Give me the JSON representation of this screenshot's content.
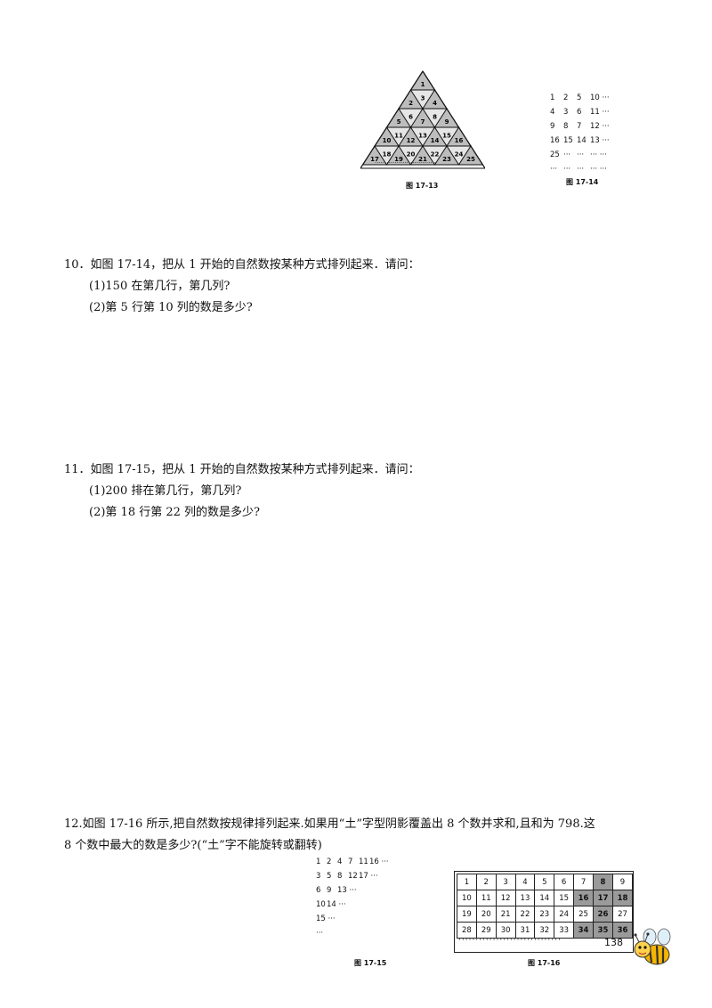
{
  "fig13": {
    "caption": "图 17-13",
    "numbers": [
      "1",
      "2",
      "3",
      "4",
      "5",
      "6",
      "7",
      "8",
      "9",
      "10",
      "11",
      "12",
      "13",
      "14",
      "15",
      "16",
      "17",
      "18",
      "19",
      "20",
      "21",
      "22",
      "23",
      "24",
      "25"
    ]
  },
  "fig14": {
    "caption": "图 17-14",
    "rows": [
      [
        "1",
        "2",
        "5",
        "10 ···"
      ],
      [
        "4",
        "3",
        "6",
        "11 ···"
      ],
      [
        "9",
        "8",
        "7",
        "12 ···"
      ],
      [
        "16",
        "15",
        "14",
        "13 ···"
      ],
      [
        "25",
        "···",
        "···",
        "··· ···"
      ],
      [
        "···",
        "···",
        "···",
        "··· ···"
      ]
    ]
  },
  "q10": {
    "stem": "10．如图 17-14，把从 1 开始的自然数按某种方式排列起来．请问：",
    "part1": "(1)150 在第几行，第几列?",
    "part2": "(2)第 5 行第 10 列的数是多少?"
  },
  "q11": {
    "stem": "11．如图 17-15，把从 1 开始的自然数按某种方式排列起来．请问：",
    "part1": "(1)200 排在第几行，第几列?",
    "part2": "(2)第 18 行第 22 列的数是多少?"
  },
  "q12": {
    "line1": "12.如图 17-16 所示,把自然数按规律排列起来.如果用“土”字型阴影覆盖出 8 个数并求和,且和为 798.这",
    "line2": "8 个数中最大的数是多少?(“土”字不能旋转或翻转)"
  },
  "fig15": {
    "caption": "图 17-15",
    "rows": [
      [
        "1",
        "2",
        "4",
        "7",
        "11",
        "16 ···"
      ],
      [
        "3",
        "5",
        "8",
        "12",
        "17 ···"
      ],
      [
        "6",
        "9",
        "13 ···"
      ],
      [
        "10",
        "14 ···"
      ],
      [
        "15 ···"
      ],
      [
        "···"
      ]
    ]
  },
  "fig16": {
    "caption": "图 17-16",
    "rows": [
      [
        "1",
        "2",
        "3",
        "4",
        "5",
        "6",
        "7",
        "8",
        "9"
      ],
      [
        "10",
        "11",
        "12",
        "13",
        "14",
        "15",
        "16",
        "17",
        "18"
      ],
      [
        "19",
        "20",
        "21",
        "22",
        "23",
        "24",
        "25",
        "26",
        "27"
      ],
      [
        "28",
        "29",
        "30",
        "31",
        "32",
        "33",
        "34",
        "35",
        "36"
      ]
    ],
    "shaded": [
      "8",
      "16",
      "17",
      "18",
      "26",
      "34",
      "35",
      "36"
    ],
    "continuation": "······························"
  },
  "page_number": "138"
}
